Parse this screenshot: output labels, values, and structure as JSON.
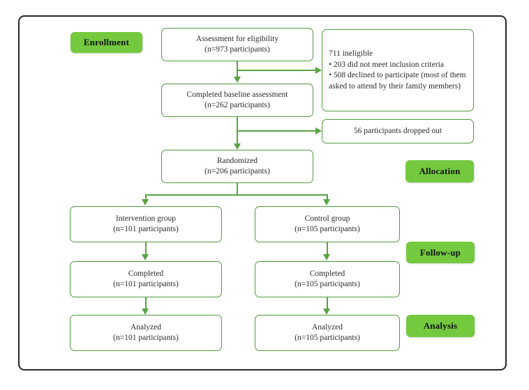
{
  "diagram": {
    "title": "CONSORT participant flow diagram",
    "colors": {
      "frame_border": "#23272e",
      "box_border": "#4e9a3c",
      "connector": "#58a341",
      "badge_background": "#74c93e",
      "badge_text": "#111111",
      "box_text": "#2a2a2a",
      "page_background": "#ffffff"
    },
    "badges": [
      {
        "id": "enrollment",
        "label": "Enrollment"
      },
      {
        "id": "allocation",
        "label": "Allocation"
      },
      {
        "id": "followup",
        "label": "Follow-up"
      },
      {
        "id": "analysis",
        "label": "Analysis"
      }
    ],
    "boxes": {
      "assessment": {
        "line1": "Assessment for eligibility",
        "line2": "(n=973 participants)"
      },
      "ineligible": {
        "line1": "711 ineligible",
        "line2": "• 203 did not meet inclusion criteria",
        "line3": "• 508 declined to participate (most of them asked to attend by their family members)"
      },
      "baseline": {
        "line1": "Completed baseline assessment",
        "line2": "(n=262 participants)"
      },
      "dropped": {
        "line1": "56 participants dropped out"
      },
      "randomized": {
        "line1": "Randomized",
        "line2": "(n=206 participants)"
      },
      "intervention_group": {
        "line1": "Intervention group",
        "line2": "(n=101 participants)"
      },
      "control_group": {
        "line1": "Control group",
        "line2": "(n=105 participants)"
      },
      "intervention_completed": {
        "line1": "Completed",
        "line2": "(n=101 participants)"
      },
      "control_completed": {
        "line1": "Completed",
        "line2": "(n=105 participants)"
      },
      "intervention_analyzed": {
        "line1": "Analyzed",
        "line2": "(n=101 participants)"
      },
      "control_analyzed": {
        "line1": "Analyzed",
        "line2": "(n=105 participants)"
      }
    }
  }
}
